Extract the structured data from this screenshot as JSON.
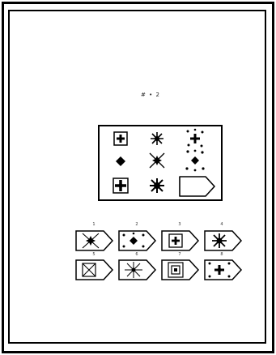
{
  "question": {
    "number_label": "# • 2"
  },
  "matrix": {
    "cells": [
      {
        "row": 0,
        "col": 0,
        "figure": "square-with-plus"
      },
      {
        "row": 0,
        "col": 1,
        "figure": "starburst-small"
      },
      {
        "row": 0,
        "col": 2,
        "figure": "plus-with-dots"
      },
      {
        "row": 1,
        "col": 0,
        "figure": "diamond-dot"
      },
      {
        "row": 1,
        "col": 1,
        "figure": "x-starburst"
      },
      {
        "row": 1,
        "col": 2,
        "figure": "dots-with-diamond"
      },
      {
        "row": 2,
        "col": 0,
        "figure": "square-with-solid-plus"
      },
      {
        "row": 2,
        "col": 1,
        "figure": "starburst-solid"
      },
      {
        "row": 2,
        "col": 2,
        "figure": "blank-arrow-tag"
      }
    ]
  },
  "options": [
    {
      "label": "1",
      "figure": "tag-x-starburst"
    },
    {
      "label": "2",
      "figure": "tag-dots-diamond"
    },
    {
      "label": "3",
      "figure": "tag-square-plus"
    },
    {
      "label": "4",
      "figure": "tag-starburst"
    },
    {
      "label": "5",
      "figure": "tag-square-x"
    },
    {
      "label": "6",
      "figure": "tag-thin-starburst"
    },
    {
      "label": "7",
      "figure": "tag-nested-squares"
    },
    {
      "label": "8",
      "figure": "tag-plus-dots"
    }
  ],
  "colors": {
    "ink": "#000000",
    "paper": "#ffffff"
  }
}
